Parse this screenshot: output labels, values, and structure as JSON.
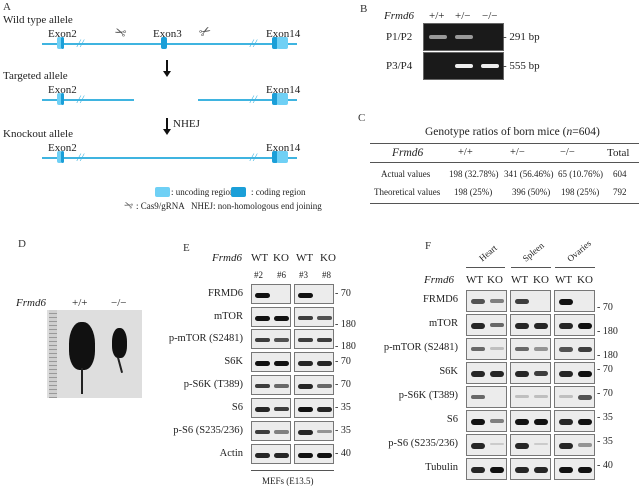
{
  "panel_a": {
    "label": "A",
    "wild_type": "Wild type allele",
    "targeted": "Targeted allele",
    "knockout": "Knockout allele",
    "exon2": "Exon2",
    "exon3": "Exon3",
    "exon14": "Exon14",
    "nhej_arrow": "NHEJ",
    "legend_uncoding": ": uncoding region",
    "legend_coding": ": coding region",
    "legend_cas9": ": Cas9/gRNA",
    "legend_nhej": "NHEJ: non-homologous end joining",
    "colors": {
      "uncoding": "#6fd0f5",
      "coding": "#1b9fd8",
      "line": "#3fb4e0"
    }
  },
  "panel_b": {
    "label": "B",
    "gene": "Frmd6",
    "genotypes": [
      "+/+",
      "+/−",
      "−/−"
    ],
    "rows": [
      {
        "primer": "P1/P2",
        "size": "291 bp",
        "bands": [
          true,
          true,
          false
        ]
      },
      {
        "primer": "P3/P4",
        "size": "555 bp",
        "bands": [
          false,
          true,
          true
        ]
      }
    ]
  },
  "panel_c": {
    "label": "C",
    "title": "Genotype ratios of born mice (",
    "title_n": "n",
    "title_end": "=604)",
    "headers": [
      "Frmd6",
      "+/+",
      "+/−",
      "−/−",
      "Total"
    ],
    "rows": [
      [
        "Actual values",
        "198 (32.78%)",
        "341 (56.46%)",
        "65 (10.76%)",
        "604"
      ],
      [
        "Theoretical values",
        "198 (25%)",
        "396 (50%)",
        "198 (25%)",
        "792"
      ]
    ]
  },
  "panel_d": {
    "label": "D",
    "gene": "Frmd6",
    "genotypes": [
      "+/+",
      "−/−"
    ]
  },
  "panel_e": {
    "label": "E",
    "gene": "Frmd6",
    "lanes": [
      "WT",
      "KO",
      "WT",
      "KO"
    ],
    "ids": [
      "#2",
      "#6",
      "#3",
      "#8"
    ],
    "rows": [
      {
        "name": "FRMD6",
        "mw": "70"
      },
      {
        "name": "mTOR",
        "mw": "180"
      },
      {
        "name": "p-mTOR (S2481)",
        "mw": "180"
      },
      {
        "name": "S6K",
        "mw": "70"
      },
      {
        "name": "p-S6K (T389)",
        "mw": "70"
      },
      {
        "name": "S6",
        "mw": "35"
      },
      {
        "name": "p-S6 (S235/236)",
        "mw": "35"
      },
      {
        "name": "Actin",
        "mw": "40"
      }
    ],
    "caption": "MEFs (E13.5)"
  },
  "panel_f": {
    "label": "F",
    "gene": "Frmd6",
    "tissues": [
      "Heart",
      "Spleen",
      "Ovaries"
    ],
    "lanes": [
      "WT",
      "KO",
      "WT",
      "KO",
      "WT",
      "KO"
    ],
    "rows": [
      {
        "name": "FRMD6",
        "mw": "70"
      },
      {
        "name": "mTOR",
        "mw": "180"
      },
      {
        "name": "p-mTOR (S2481)",
        "mw": "180"
      },
      {
        "name": "S6K",
        "mw": "70"
      },
      {
        "name": "p-S6K (T389)",
        "mw": "70"
      },
      {
        "name": "S6",
        "mw": "35"
      },
      {
        "name": "p-S6 (S235/236)",
        "mw": "35"
      },
      {
        "name": "Tubulin",
        "mw": "40"
      }
    ]
  }
}
